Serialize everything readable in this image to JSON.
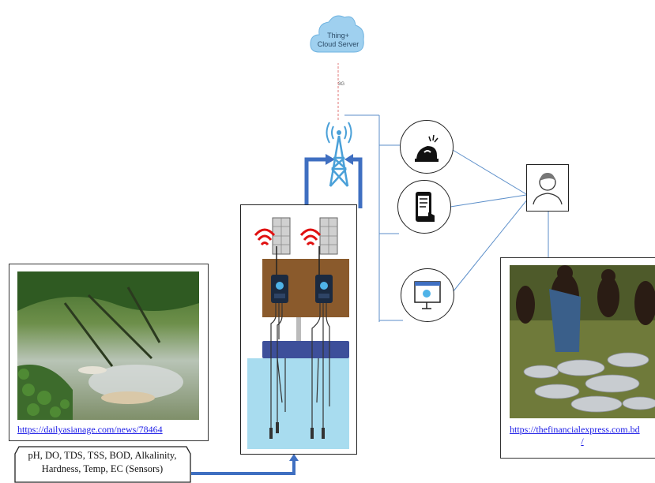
{
  "cloud": {
    "line1": "Thing+",
    "line2": "Cloud Server"
  },
  "link_label": "3G",
  "left_panel": {
    "link": "https://dailyasianage.com/news/78464"
  },
  "sensors": {
    "line1": "pH, DO, TDS, TSS, BOD, Alkalinity,",
    "line2": "Hardness, Temp, EC (Sensors)"
  },
  "right_panel": {
    "link_line1": "https://thefinancialexpress.com.bd",
    "link_line2": "/"
  },
  "colors": {
    "line_blue": "#5b8ec9",
    "arrow_blue": "#3f6fc1",
    "cloud_blue": "#9fd0ef",
    "water": "#a8dcef",
    "board": "#8a5a2c"
  }
}
